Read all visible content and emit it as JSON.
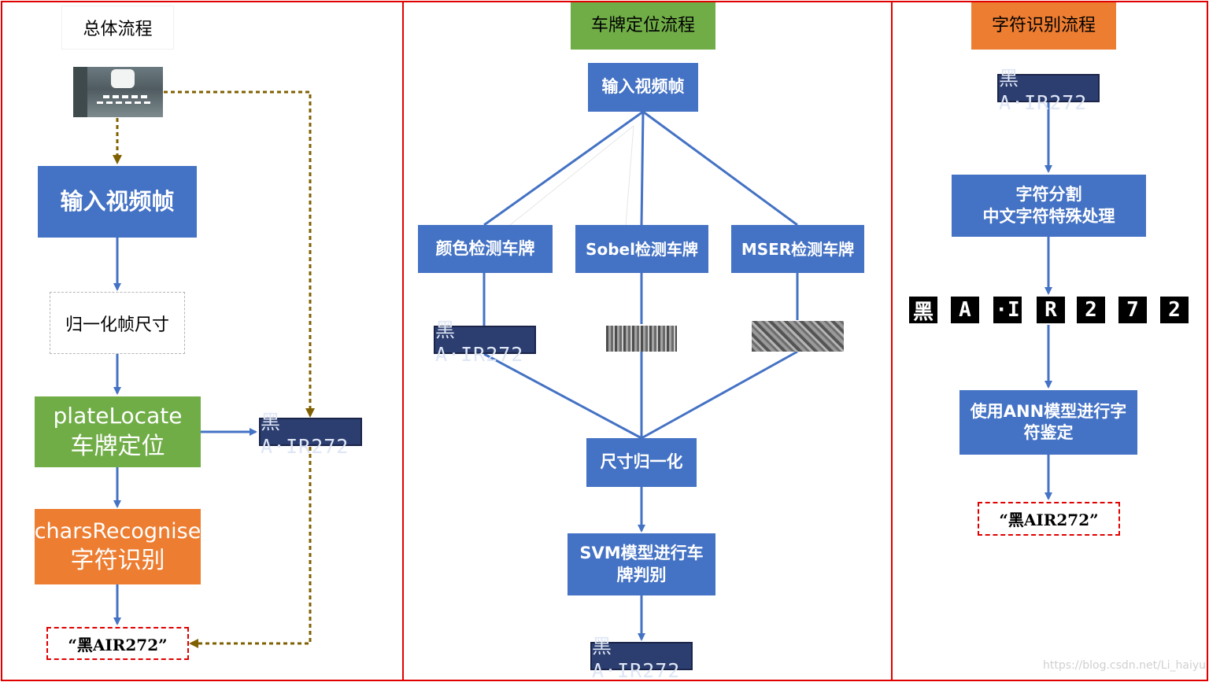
{
  "overall": {
    "title": "总体流程",
    "input_frame": "输入视频帧",
    "normalize": "归一化帧尺寸",
    "locate_line1": "plateLocate",
    "locate_line2": "车牌定位",
    "recog_line1": "charsRecognise",
    "recog_line2": "字符识别",
    "plate_text": "黑A·IR272",
    "result": "“黑AIR272”"
  },
  "locate": {
    "title": "车牌定位流程",
    "input_frame": "输入视频帧",
    "color_detect": "颜色检测车牌",
    "sobel_detect": "Sobel检测车牌",
    "mser_detect": "MSER检测车牌",
    "plate_text": "黑A·IR272",
    "size_norm": "尺寸归一化",
    "svm_line1": "SVM模型进行车",
    "svm_line2": "牌判别",
    "output_plate_text": "黑A·IR272"
  },
  "recog": {
    "title": "字符识别流程",
    "plate_text": "黑A·IR272",
    "segment_line1": "字符分割",
    "segment_line2": "中文字符特殊处理",
    "chars": [
      "黑",
      "A",
      "·I",
      "R",
      "2",
      "7",
      "2"
    ],
    "ann_line1": "使用ANN模型进行字",
    "ann_line2": "符鉴定",
    "result": "“黑AIR272”"
  },
  "watermark": "https://blog.csdn.net/Li_haiyu",
  "colors": {
    "panel_border": "#e10000",
    "blue": "#4472c4",
    "green": "#70ad47",
    "orange": "#ed7d31",
    "arrow": "#4472c4",
    "dashed_arrow": "#7f6000"
  }
}
